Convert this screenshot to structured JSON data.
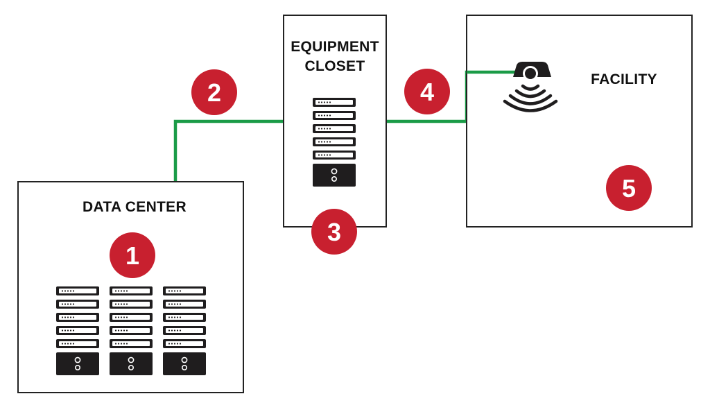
{
  "diagram": {
    "boxes": {
      "data_center": {
        "label": "DATA CENTER"
      },
      "equipment_closet": {
        "label_line1": "EQUIPMENT",
        "label_line2": "CLOSET"
      },
      "facility": {
        "label": "FACILITY"
      }
    },
    "badges": [
      "1",
      "2",
      "3",
      "4",
      "5"
    ],
    "icons": {
      "server_rack": "server-rack-icon",
      "wireless_camera": "wireless-camera-icon"
    },
    "colors": {
      "connection_line": "#1a9b47",
      "badge_fill": "#c8202f",
      "box_stroke": "#222222",
      "icon_fill": "#1f1d1e"
    }
  }
}
